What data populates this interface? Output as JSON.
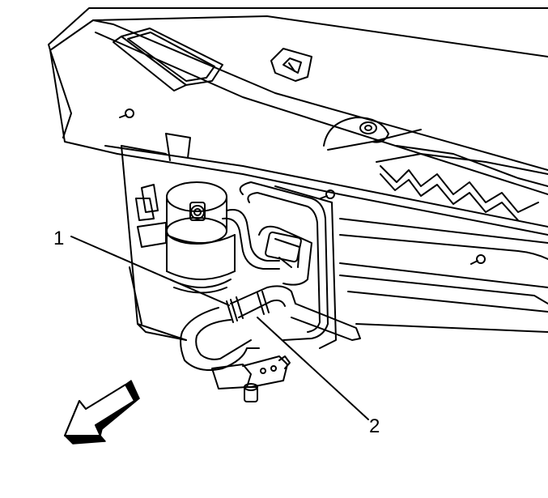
{
  "callouts": [
    {
      "id": "callout-1",
      "label": "1"
    },
    {
      "id": "callout-2",
      "label": "2"
    }
  ],
  "colors": {
    "line": "#000000",
    "fill": "#ffffff",
    "arrow_fill": "#ffffff"
  },
  "icons": {
    "direction_arrow": "front-direction-arrow-icon"
  }
}
